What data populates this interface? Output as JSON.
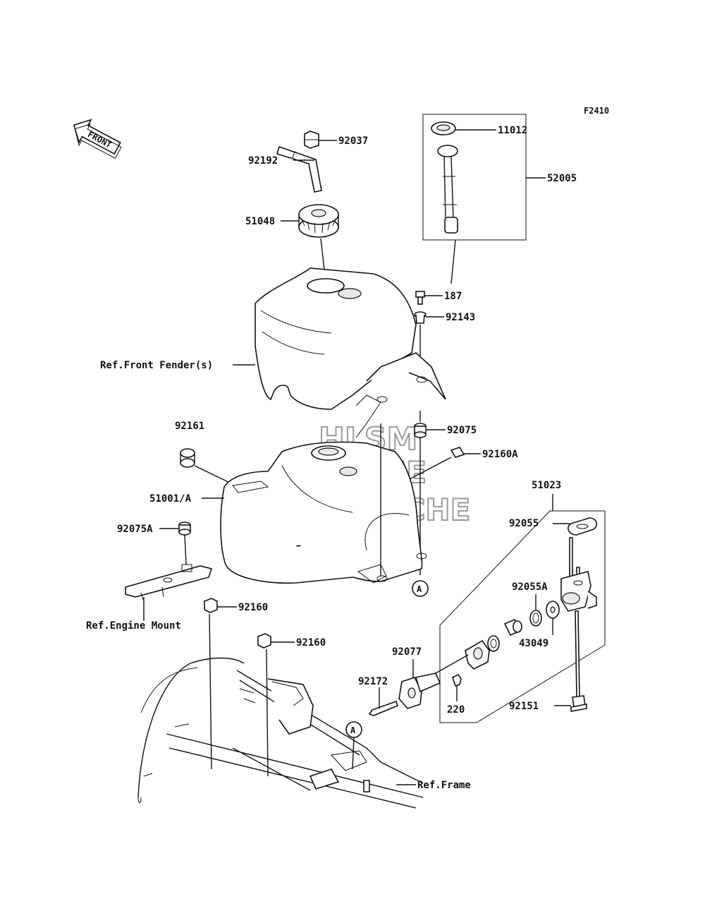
{
  "figure_code": "F2410",
  "front_arrow_text": "FRONT",
  "watermark": {
    "line1": "HLSM",
    "line2": "ONLINE",
    "line3": "MICROFICHE"
  },
  "callout_a": "A",
  "parts": {
    "p92037": "92037",
    "p11012": "11012",
    "p52005": "52005",
    "p92192": "92192",
    "p51048": "51048",
    "p187": "187",
    "p92143": "92143",
    "ref_front_fender": "Ref.Front Fender(s)",
    "p92161": "92161",
    "p92075": "92075",
    "p92160A": "92160A",
    "p51023": "51023",
    "p51001A": "51001/A",
    "p92055": "92055",
    "p92075A": "92075A",
    "p92055A": "92055A",
    "p43049": "43049",
    "p92160_1": "92160",
    "ref_engine_mount": "Ref.Engine Mount",
    "p92160_2": "92160",
    "p92077": "92077",
    "p92172": "92172",
    "p220": "220",
    "p92151": "92151",
    "ref_frame": "Ref.Frame"
  }
}
